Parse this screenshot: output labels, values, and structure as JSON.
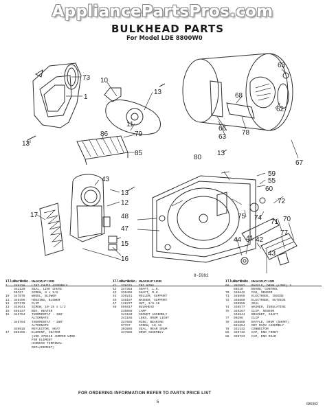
{
  "watermark": "AppliancePartsPros.com",
  "header": {
    "title": "BULKHEAD PARTS",
    "subtitle": "For Model LDE 8800W0"
  },
  "diagram": {
    "code": "8-5992",
    "callouts": [
      "73",
      "1",
      "10",
      "13",
      "11",
      "79",
      "86",
      "85",
      "13",
      "17",
      "43",
      "13",
      "12",
      "48",
      "47",
      "15",
      "16",
      "63",
      "68",
      "62",
      "78",
      "66",
      "63",
      "67",
      "80",
      "13",
      "59",
      "55",
      "60",
      "72",
      "75",
      "74",
      "71",
      "70",
      "77",
      "41",
      "42",
      "44",
      "43"
    ]
  },
  "parts_table": {
    "headers": [
      "Illus. No.",
      "Part No.",
      "DESCRIPTION"
    ],
    "columns": [
      [
        [
          "1",
          "348316",
          "LINT CHUTE ASSEMBLY"
        ],
        [
          "",
          "341120",
          "SEAL, LINT CHUTE"
        ],
        [
          "",
          "90767",
          "SCREW, 8 x 5/8"
        ],
        [
          "10",
          "347878",
          "WHEEL, BLOWER"
        ],
        [
          "11",
          "348496",
          "HOUSING, BLOWER"
        ],
        [
          "12",
          "337278",
          "CLIP"
        ],
        [
          "13",
          "345641",
          "SCREW, 10-16 x 1/2"
        ],
        [
          "15",
          "695437",
          "BOX, HEATER"
        ],
        [
          "16",
          "345764",
          "THERMOSTAT - 280°"
        ],
        [
          "",
          "",
          "ALTERNATE"
        ],
        [
          "",
          "345764",
          "THERMOSTAT - 280°"
        ],
        [
          "",
          "",
          "ALTERNATE"
        ],
        [
          "",
          "346618",
          "REFLECTOR, HEAT"
        ],
        [
          "17",
          "695496",
          "ELEMENT, HEATER"
        ],
        [
          "",
          "",
          "(USE 279139 JUMPER WIRE"
        ],
        [
          "",
          "",
          "FOR ELEMENT"
        ],
        [
          "",
          "",
          "HARNESS TERMINAL"
        ],
        [
          "",
          "",
          "REPLACEMENT)"
        ]
      ],
      [
        [
          "41",
          "339431",
          "TRI RING"
        ],
        [
          "42",
          "347364",
          "SHAFT, L.H."
        ],
        [
          "43",
          "339468",
          "SHAFT, R.H."
        ],
        [
          "44",
          "339241",
          "ROLLER, SUPPORT"
        ],
        [
          "45",
          "348197",
          "WASHER, SUPPORT"
        ],
        [
          "47",
          "139377",
          "NUT, 3/8-16"
        ],
        [
          "48",
          "695817",
          "BULKHEAD"
        ],
        [
          "",
          "235058",
          "LAMP"
        ],
        [
          "",
          "341160",
          "SOCKET ASSEMBLY"
        ],
        [
          "",
          "341165",
          "LENS, DRUM LIGHT"
        ],
        [
          "",
          "337565",
          "RING, BEARING"
        ],
        [
          "",
          "97787",
          "SCREW, 10-16"
        ],
        [
          "",
          "303885",
          "SEAL, REAR DRUM"
        ],
        [
          "",
          "347885",
          "DRUM ASSEMBLY"
        ]
      ],
      [
        [
          "68",
          "307892",
          "BAFFLE, DRUM (LONG) 3"
        ],
        [
          "",
          "60216",
          "BOARD, CONTROL"
        ],
        [
          "70",
          "346842",
          "PAD, SENSOR"
        ],
        [
          "71",
          "348859",
          "ELECTRODE, INSIDE"
        ],
        [
          "72",
          "348860",
          "ELECTRODE, OUTSIDE"
        ],
        [
          "",
          "339956",
          "SEAL"
        ],
        [
          "74",
          "338577",
          "WASHER, INSULATING"
        ],
        [
          "75",
          "348267",
          "CLIP, SENSOR"
        ],
        [
          "",
          "348944",
          "BRACKET, SHAFT"
        ],
        [
          "77",
          "90296",
          "CLIP"
        ],
        [
          "78",
          "348868",
          "BAFFLE, DRUM (SHORT)"
        ],
        [
          "",
          "681654",
          "DRY RACK ASSEMBLY"
        ],
        [
          "79",
          "341142",
          "CONNECTOR"
        ],
        [
          "85",
          "339742",
          "CAP, END FRONT"
        ],
        [
          "86",
          "339723",
          "CAP, END REAR"
        ]
      ]
    ]
  },
  "footer": {
    "note": "FOR ORDERING INFORMATION REFER TO PARTS PRICE LIST",
    "page": "5",
    "doc_no": "685992"
  }
}
